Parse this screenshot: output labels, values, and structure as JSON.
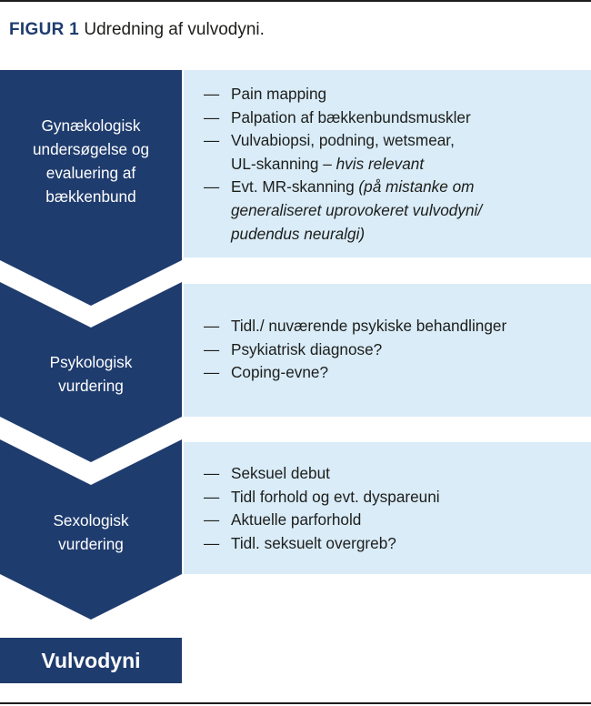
{
  "figure": {
    "label": "FIGUR 1",
    "title": "Udredning af vulvodyni."
  },
  "colors": {
    "dark_blue": "#1f3c6e",
    "light_blue": "#d9ecf8",
    "text": "#1d1d1b"
  },
  "stages": [
    {
      "label_lines": [
        "Gynækologisk",
        "undersøgelse og",
        "evaluering af",
        "bækkenbund"
      ],
      "items": [
        [
          "Pain mapping",
          ""
        ],
        [
          "Palpation af bækkenbundsmuskler",
          ""
        ],
        [
          "Vulvabiopsi, podning, wetsmear,",
          ""
        ],
        [
          "UL-skanning – ",
          "hvis relevant"
        ],
        [
          "Evt. MR-skanning ",
          "(på mistanke om"
        ],
        [
          "",
          "generaliseret uprovokeret vulvodyni/"
        ],
        [
          "",
          "pudendus neuralgi)"
        ]
      ]
    },
    {
      "label_lines": [
        "Psykologisk",
        "vurdering"
      ],
      "items": [
        [
          "Tidl./ nuværende psykiske behandlinger",
          ""
        ],
        [
          "Psykiatrisk diagnose?",
          ""
        ],
        [
          "Coping-evne?",
          ""
        ]
      ]
    },
    {
      "label_lines": [
        "Sexologisk",
        "vurdering"
      ],
      "items": [
        [
          "Seksuel debut",
          ""
        ],
        [
          "Tidl forhold og evt. dyspareuni",
          ""
        ],
        [
          "Aktuelle parforhold",
          ""
        ],
        [
          "Tidl. seksuelt overgreb?",
          ""
        ]
      ]
    }
  ],
  "item_dashes": {
    "stage_0": [
      true,
      true,
      true,
      false,
      true,
      false,
      false
    ],
    "stage_1": [
      true,
      true,
      true
    ],
    "stage_2": [
      true,
      true,
      true,
      true
    ]
  },
  "dash_glyph": "—",
  "result": "Vulvodyni"
}
